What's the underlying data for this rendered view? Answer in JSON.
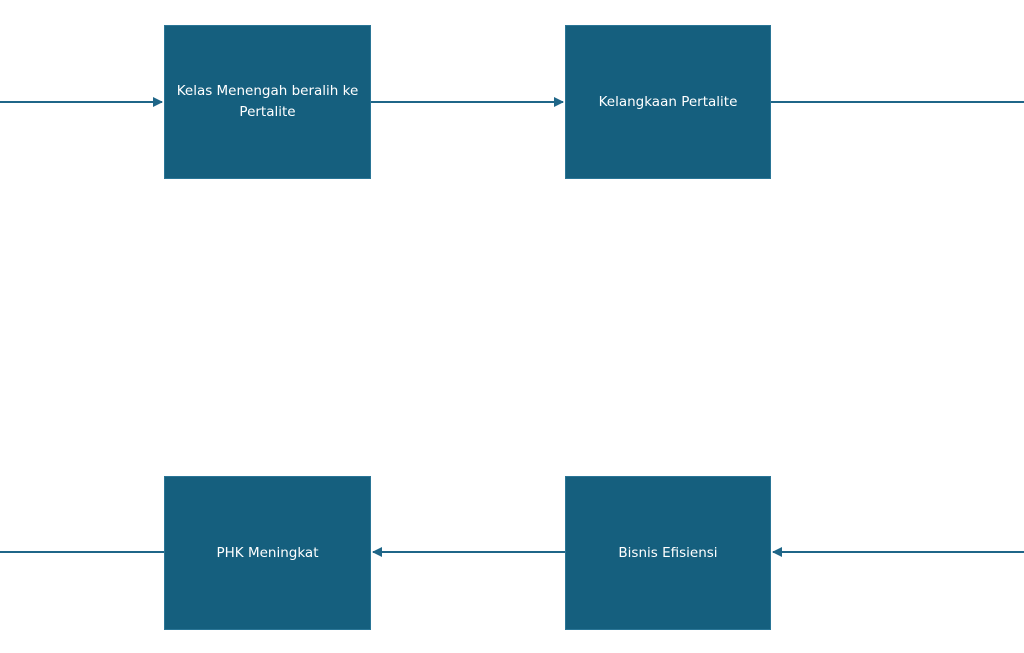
{
  "colors": {
    "node_fill": "#155f7e",
    "edge": "#1f6688"
  },
  "nodes": {
    "kelas_menengah": {
      "label": "Kelas Menengah beralih ke Pertalite"
    },
    "kelangkaan": {
      "label": "Kelangkaan Pertalite"
    },
    "phk": {
      "label": "PHK Meningkat"
    },
    "bisnis": {
      "label": "Bisnis Efisiensi"
    }
  },
  "edges": [
    {
      "from": "offscreen-left",
      "to": "kelas_menengah"
    },
    {
      "from": "kelas_menengah",
      "to": "kelangkaan"
    },
    {
      "from": "kelangkaan",
      "to": "offscreen-right"
    },
    {
      "from": "offscreen-right",
      "to": "bisnis"
    },
    {
      "from": "bisnis",
      "to": "phk"
    },
    {
      "from": "phk",
      "to": "offscreen-left"
    }
  ]
}
